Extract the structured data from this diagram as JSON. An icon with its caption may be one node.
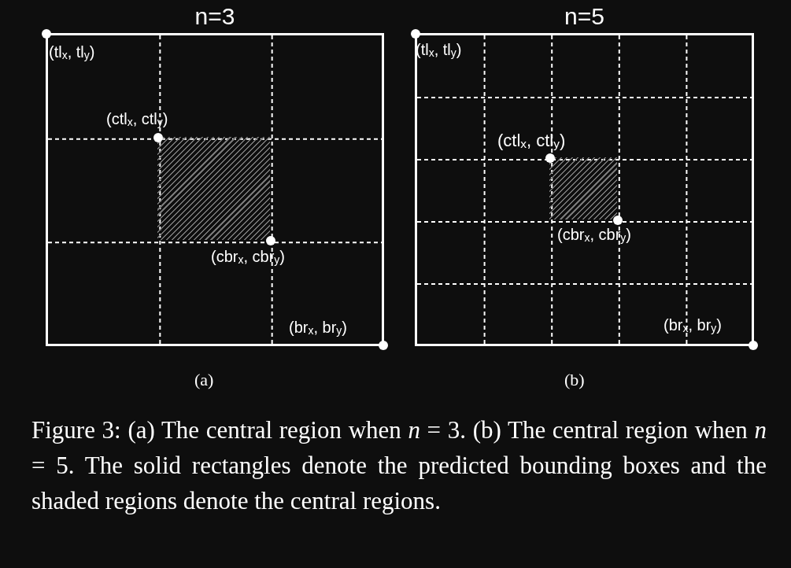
{
  "diagram": {
    "caption": "Figure 3: (a) The central region when *n* = 3. (b) The central region when *n* = 5. The solid rectangles denote the predicted bounding boxes and the shaded regions denote the central regions.",
    "nodes": [
      {
        "text": [
          "n=3"
        ]
      },
      {
        "text": [
          "n=5"
        ]
      },
      {
        "text": [],
        "shape": "box",
        "in": 0
      },
      {
        "text": [],
        "shape": "box",
        "in": 1
      }
    ],
    "labels": [
      "(tl$_{x}$, tl$_{y}$)",
      "(ctl$_{x}$, ctl$_{y}$)",
      "(cbr$_{x}$, cbr$_{y}$)",
      "(br$_{x}$, br$_{y}$)",
      "(tl$_{x}$, tl$_{y}$)",
      "(ctl$_{x}$, ctl$_{y}$)",
      "(cbr$_{x}$, cbr$_{y}$)",
      "(br$_{x}$, br$_{y}$)",
      "(a)",
      "(b)"
    ]
  }
}
